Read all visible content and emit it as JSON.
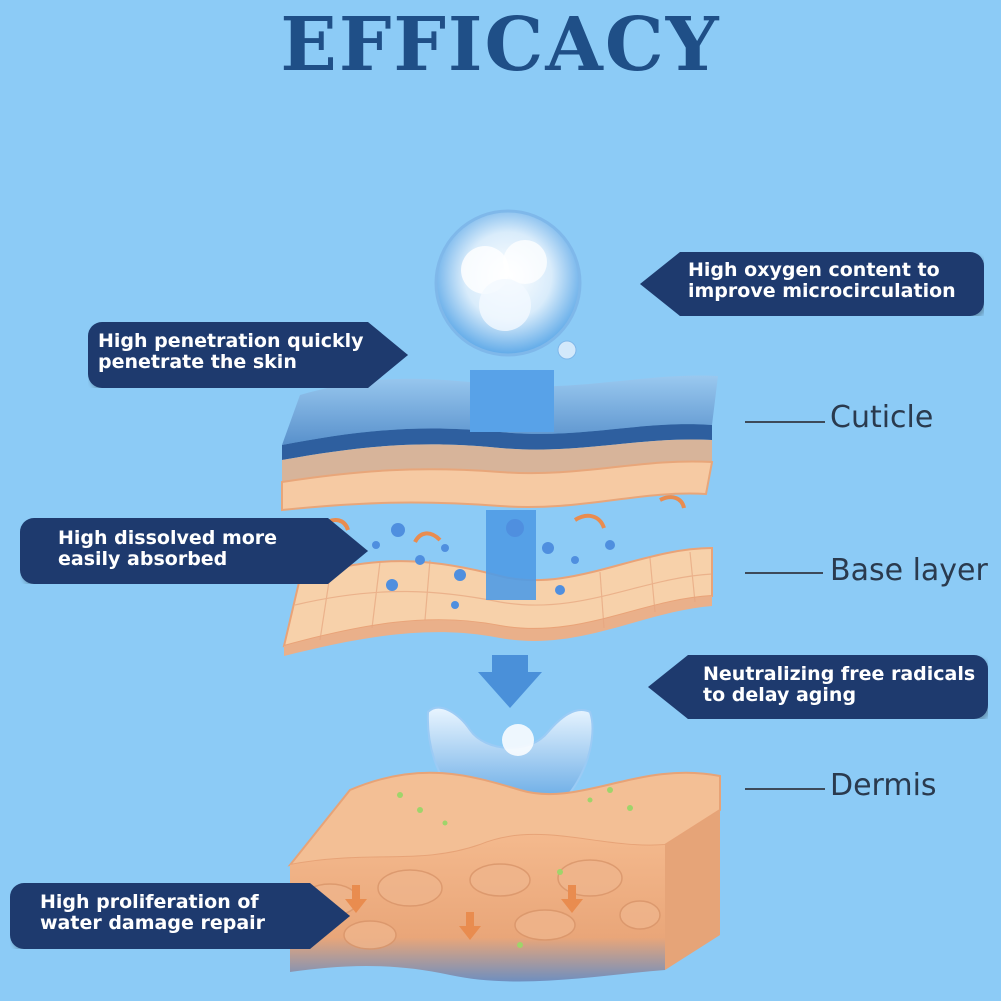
{
  "title": "EFFICACY",
  "callouts": {
    "oxygen": [
      "High oxygen content to",
      "improve microcirculation"
    ],
    "penetration": [
      "High penetration quickly",
      "penetrate the skin"
    ],
    "dissolved": [
      "High dissolved more",
      "easily absorbed"
    ],
    "radicals": [
      "Neutralizing free radicals",
      "to delay aging"
    ],
    "proliferation": [
      "High proliferation of",
      "water damage repair"
    ]
  },
  "layers": {
    "cuticle": "Cuticle",
    "base": "Base layer",
    "dermis": "Dermis"
  },
  "colors": {
    "background": "#8ccbf6",
    "title": "#1f4f87",
    "callout": "#1e3a6e",
    "skin": "#f5c9a0",
    "arrow": "#4a90d9"
  }
}
